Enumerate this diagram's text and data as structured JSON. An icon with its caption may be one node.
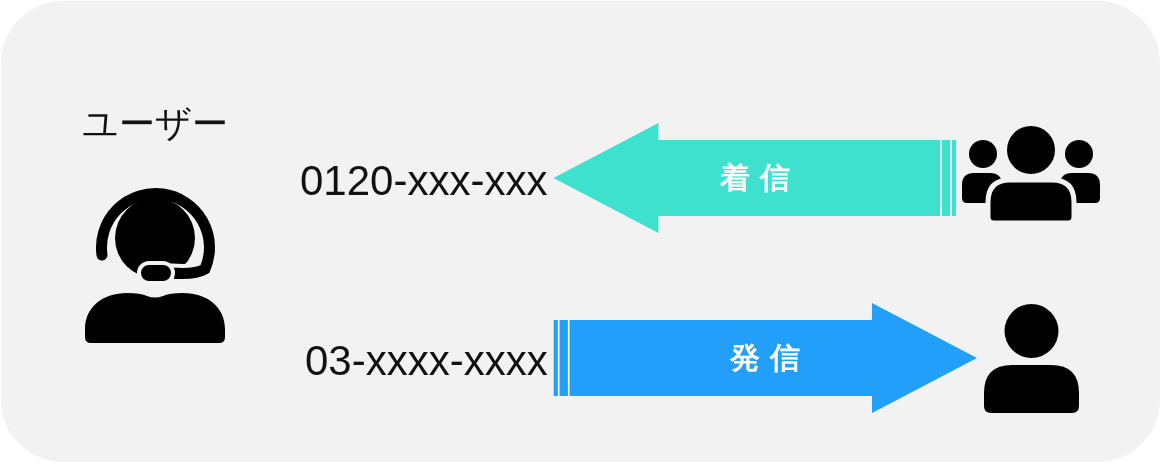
{
  "diagram": {
    "nodes": [
      {
        "text": [
          "ユーザー"
        ]
      },
      {
        "text": [
          "0120-xxx-xxx"
        ]
      },
      {
        "text": [
          "03-xxxx-xxxx"
        ]
      },
      {
        "text": [],
        "shape": "person"
      },
      {
        "text": [],
        "shape": "person"
      }
    ],
    "edges": [
      {
        "from": 3,
        "to": 1,
        "arrow": "to",
        "label": "着信",
        "style": "thick",
        "color": "#3de1cd"
      },
      {
        "from": 2,
        "to": 4,
        "arrow": "to",
        "label": "発信",
        "style": "thick",
        "color": "#229ffa"
      }
    ]
  }
}
